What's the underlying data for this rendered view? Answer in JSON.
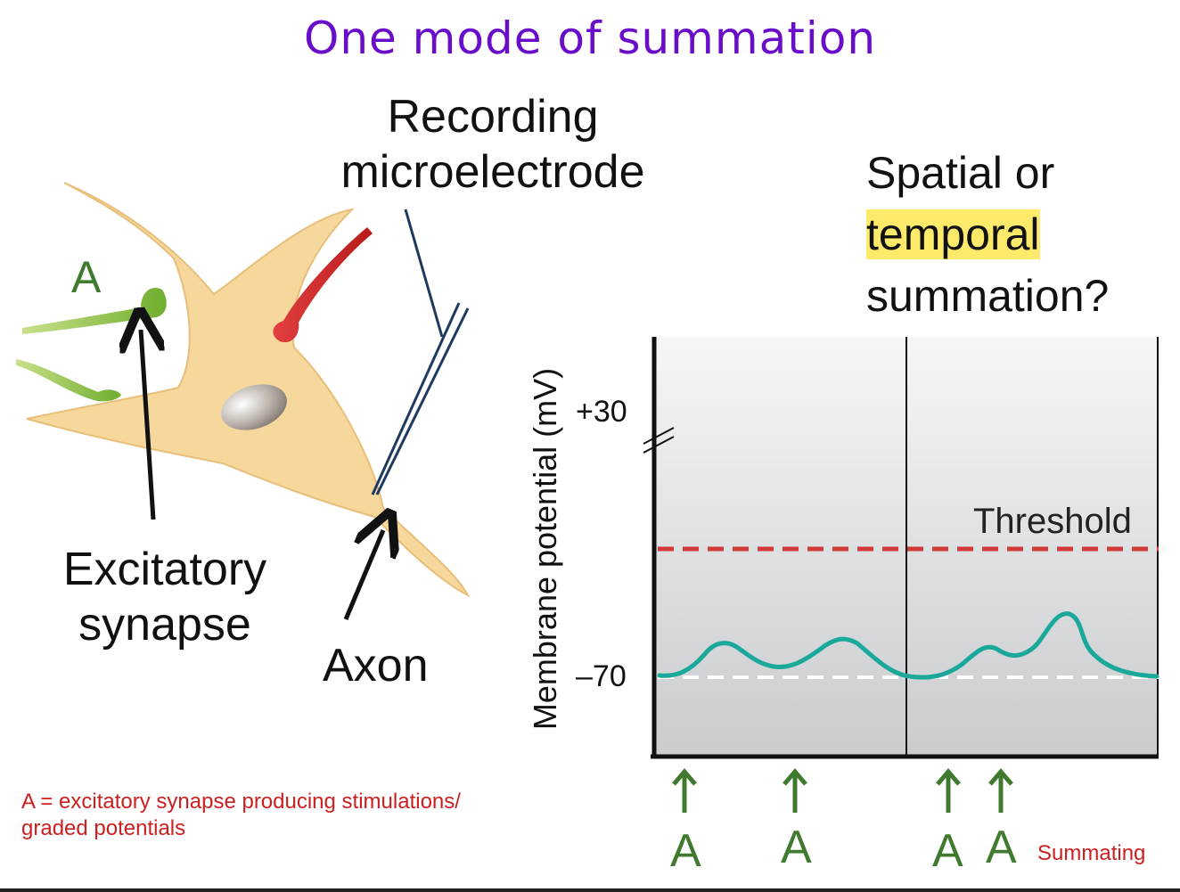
{
  "title": "One mode of summation",
  "labels": {
    "recording_line1": "Recording",
    "recording_line2": "microelectrode",
    "synapse_letter": "A",
    "excitatory_line1": "Excitatory",
    "excitatory_line2": "synapse",
    "axon": "Axon"
  },
  "question": {
    "line1": "Spatial or",
    "highlight": "temporal",
    "line3": "summation?"
  },
  "graph": {
    "y_axis_label": "Membrane potential (mV)",
    "tick_plus30": "+30",
    "tick_minus70": "–70",
    "threshold_label": "Threshold",
    "stimuli": [
      "A",
      "A",
      "A",
      "A"
    ],
    "summating_label": "Summating"
  },
  "footnote": {
    "line1": "A = excitatory synapse producing stimulations/",
    "line2": "graded potentials"
  },
  "colors": {
    "title": "#6a0dc9",
    "trace": "#1aa89a",
    "threshold": "#d23a3a",
    "stimulus_arrow": "#3f7a2e",
    "highlight": "#fde96a",
    "note": "#cc1f1f"
  }
}
